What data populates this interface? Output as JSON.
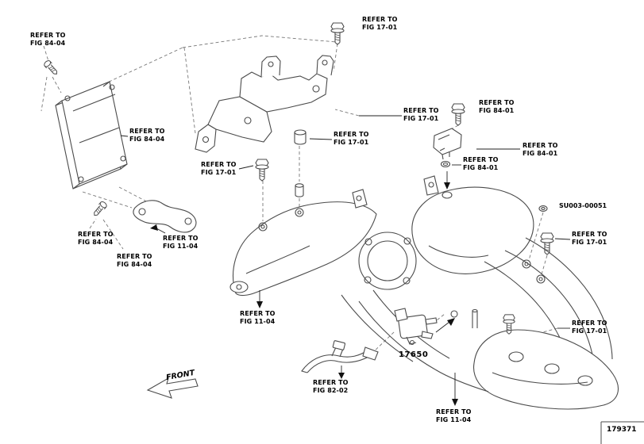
{
  "diagram": {
    "code": "179371",
    "front_label": "FRONT",
    "part_numbers": {
      "washer_bolt": "SU003-00051",
      "vsv": "17650"
    },
    "refer_labels": [
      {
        "line1": "REFER TO",
        "line2": "FIG 84-04"
      },
      {
        "line1": "REFER TO",
        "line2": "FIG 17-01"
      },
      {
        "line1": "REFER TO",
        "line2": "FIG 84-04"
      },
      {
        "line1": "REFER TO",
        "line2": "FIG 17-01"
      },
      {
        "line1": "REFER TO",
        "line2": "FIG 17-01"
      },
      {
        "line1": "REFER TO",
        "line2": "FIG 84-01"
      },
      {
        "line1": "REFER TO",
        "line2": "FIG 84-01"
      },
      {
        "line1": "REFER TO",
        "line2": "FIG 84-01"
      },
      {
        "line1": "REFER TO",
        "line2": "FIG 17-01"
      },
      {
        "line1": "REFER TO",
        "line2": "FIG 84-04"
      },
      {
        "line1": "REFER TO",
        "line2": "FIG 11-04"
      },
      {
        "line1": "REFER TO",
        "line2": "FIG 84-04"
      },
      {
        "line1": "REFER TO",
        "line2": "FIG 17-01"
      },
      {
        "line1": "REFER TO",
        "line2": "FIG 11-04"
      },
      {
        "line1": "REFER TO",
        "line2": "FIG 17-01"
      },
      {
        "line1": "REFER TO",
        "line2": "FIG 82-02"
      },
      {
        "line1": "REFER TO",
        "line2": "FIG 11-04"
      }
    ]
  }
}
